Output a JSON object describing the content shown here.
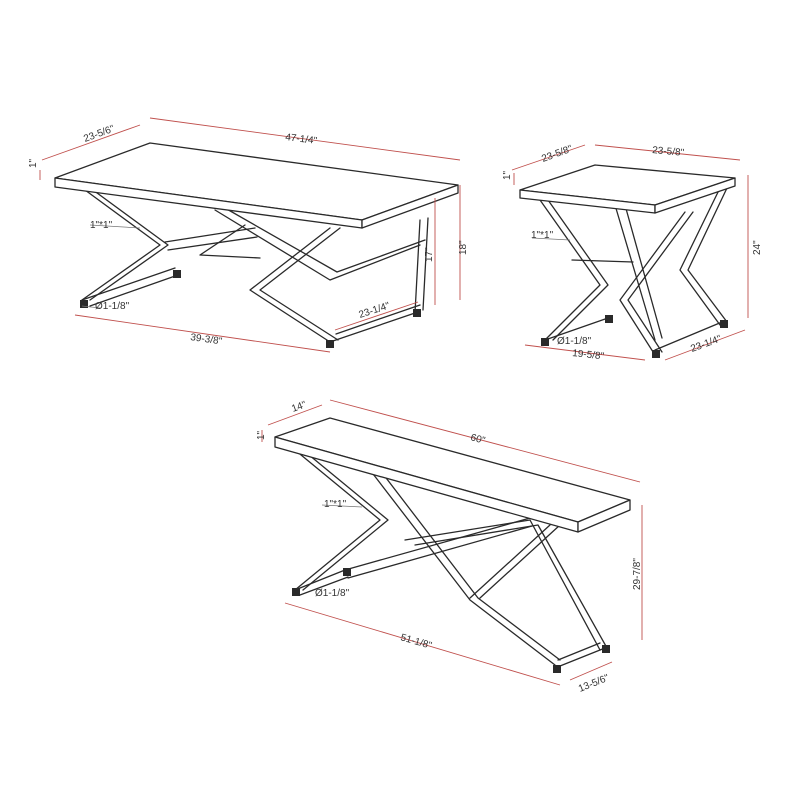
{
  "coffee_table": {
    "top_depth": "23-5/6\"",
    "top_width": "47-1/4\"",
    "top_thickness": "1\"",
    "tube_size": "1\"*1\"",
    "height_total": "18\"",
    "height_under_top": "17\"",
    "foot_diameter": "Ø1-1/8\"",
    "base_length": "39-3/8\"",
    "base_depth": "23-1/4\""
  },
  "end_table": {
    "top_depth": "23-5/8\"",
    "top_width": "23-5/8\"",
    "top_thickness": "1\"",
    "tube_size": "1\"*1\"",
    "height_total": "24\"",
    "foot_diameter": "Ø1-1/8\"",
    "base_length": "19-5/8\"",
    "base_depth": "23-1/4\""
  },
  "console_table": {
    "top_depth": "14\"",
    "top_width": "60\"",
    "top_thickness": "1\"",
    "tube_size": "1\"*1\"",
    "height_total": "29-7/8\"",
    "foot_diameter": "Ø1-1/8\"",
    "base_length": "51-1/8\"",
    "base_depth": "13-5/6\""
  },
  "colors": {
    "outline": "#2a2a2a",
    "dimension_line": "#c0504d",
    "label": "#333333"
  }
}
